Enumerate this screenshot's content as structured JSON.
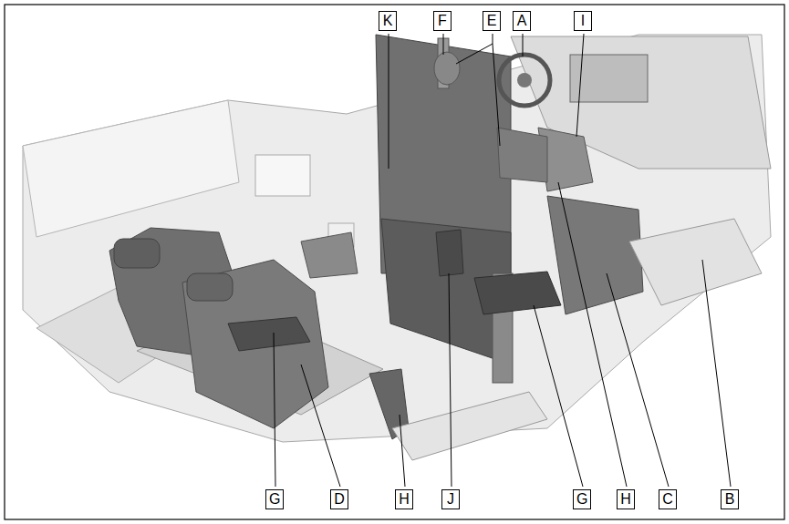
{
  "diagram": {
    "labels": [
      "K",
      "F",
      "E",
      "A",
      "I",
      "G",
      "D",
      "H",
      "J",
      "G",
      "H",
      "C",
      "B"
    ]
  }
}
